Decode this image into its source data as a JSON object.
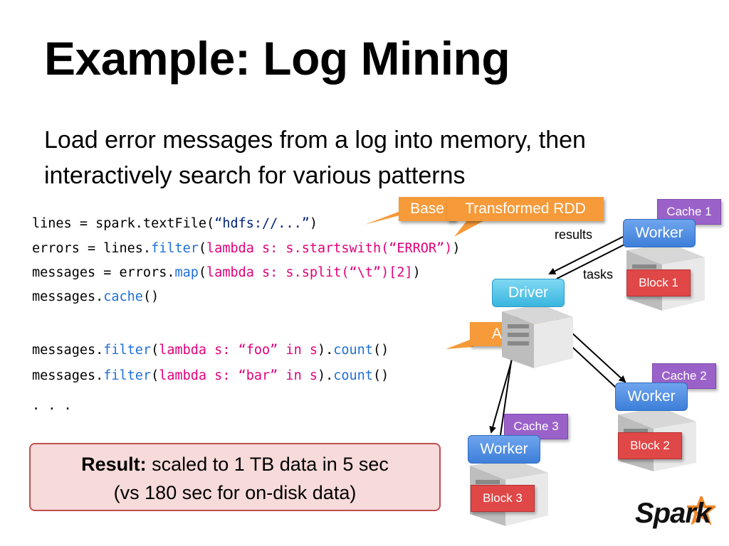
{
  "slide": {
    "title": "Example: Log Mining",
    "subtitle": "Load error messages from a log into memory, then interactively search for various patterns"
  },
  "code": [
    [
      {
        "t": "lines = spark.textFile(",
        "c": "plain"
      },
      {
        "t": "“hdfs://...”",
        "c": "str"
      },
      {
        "t": ")",
        "c": "plain"
      }
    ],
    [
      {
        "t": "errors = lines.",
        "c": "plain"
      },
      {
        "t": "filter",
        "c": "fn"
      },
      {
        "t": "(",
        "c": "plain"
      },
      {
        "t": "lambda s: s.startswith(“ERROR”)",
        "c": "kw"
      },
      {
        "t": ")",
        "c": "plain"
      }
    ],
    [
      {
        "t": "messages = errors.",
        "c": "plain"
      },
      {
        "t": "map",
        "c": "fn"
      },
      {
        "t": "(",
        "c": "plain"
      },
      {
        "t": "lambda s: s.split(“\\t”)[2]",
        "c": "kw"
      },
      {
        "t": ")",
        "c": "plain"
      }
    ],
    [
      {
        "t": "messages.",
        "c": "plain"
      },
      {
        "t": "cache",
        "c": "fn"
      },
      {
        "t": "()",
        "c": "plain"
      }
    ],
    [
      {
        "t": "messages.",
        "c": "plain"
      },
      {
        "t": "filter",
        "c": "fn"
      },
      {
        "t": "(",
        "c": "plain"
      },
      {
        "t": "lambda s: “foo” in s",
        "c": "kw"
      },
      {
        "t": ").",
        "c": "plain"
      },
      {
        "t": "count",
        "c": "fn"
      },
      {
        "t": "()",
        "c": "plain"
      }
    ],
    [
      {
        "t": "messages.",
        "c": "plain"
      },
      {
        "t": "filter",
        "c": "fn"
      },
      {
        "t": "(",
        "c": "plain"
      },
      {
        "t": "lambda s: “bar” in s",
        "c": "kw"
      },
      {
        "t": ").",
        "c": "plain"
      },
      {
        "t": "count",
        "c": "fn"
      },
      {
        "t": "()",
        "c": "plain"
      }
    ],
    [
      {
        "t": ". . .",
        "c": "plain"
      }
    ]
  ],
  "callouts": {
    "base": "Base",
    "transformed": "Transformed RDD",
    "action": "Action"
  },
  "diagram": {
    "driver": "Driver",
    "worker": "Worker",
    "cache1": "Cache 1",
    "cache2": "Cache 2",
    "cache3": "Cache 3",
    "block1": "Block 1",
    "block2": "Block 2",
    "block3": "Block 3",
    "results": "results",
    "tasks": "tasks"
  },
  "result": {
    "bold": "Result:",
    "line1": " scaled to 1 TB data in 5 sec",
    "line2": "(vs 180 sec for on-disk data)"
  },
  "logo": "Spark",
  "colors": {
    "callout": "#f79a3a",
    "worker": "#3d7fd9",
    "driver": "#39b6e0",
    "cache": "#9a62c9",
    "block": "#e04747",
    "result_bg": "#f7dada",
    "result_border": "#c05050",
    "code_function": "#1e6fd8",
    "code_lambda": "#e0007a",
    "code_string": "#00247a"
  }
}
